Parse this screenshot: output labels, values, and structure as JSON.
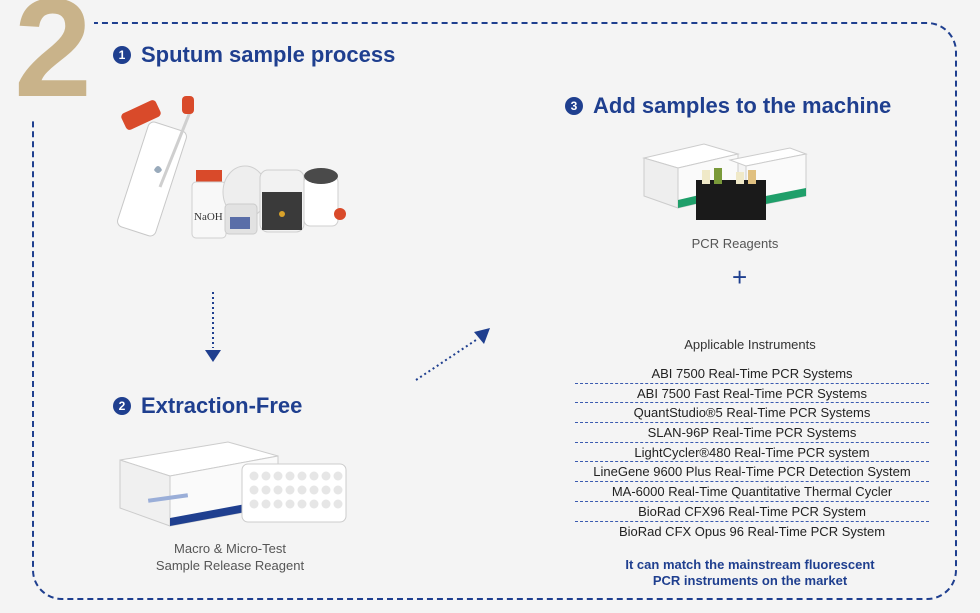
{
  "step_number": "2",
  "steps": [
    {
      "badge": "1",
      "title": "Sputum sample process",
      "naoh_label": "NaOH"
    },
    {
      "badge": "2",
      "title": "Extraction-Free",
      "caption_line1": "Macro & Micro-Test",
      "caption_line2": "Sample Release Reagent"
    },
    {
      "badge": "3",
      "title": "Add samples to the machine"
    }
  ],
  "reagents_label": "PCR Reagents",
  "plus_symbol": "+",
  "instruments_heading": "Applicable Instruments",
  "instruments": [
    "ABI 7500 Real-Time PCR Systems",
    "ABI 7500 Fast Real-Time PCR Systems",
    "QuantStudio®5 Real-Time PCR Systems",
    "SLAN-96P Real-Time PCR Systems",
    "LightCycler®480 Real-Time PCR system",
    "LineGene 9600 Plus Real-Time PCR Detection System",
    "MA-6000 Real-Time Quantitative Thermal Cycler",
    "BioRad CFX96 Real-Time PCR System",
    "BioRad CFX Opus 96 Real-Time PCR System"
  ],
  "footnote_line1": "It can match the mainstream fluorescent",
  "footnote_line2": "PCR instruments on the market",
  "colors": {
    "accent": "#1f3f8f",
    "number": "#c9b38a",
    "cap": "#d94a2a"
  }
}
